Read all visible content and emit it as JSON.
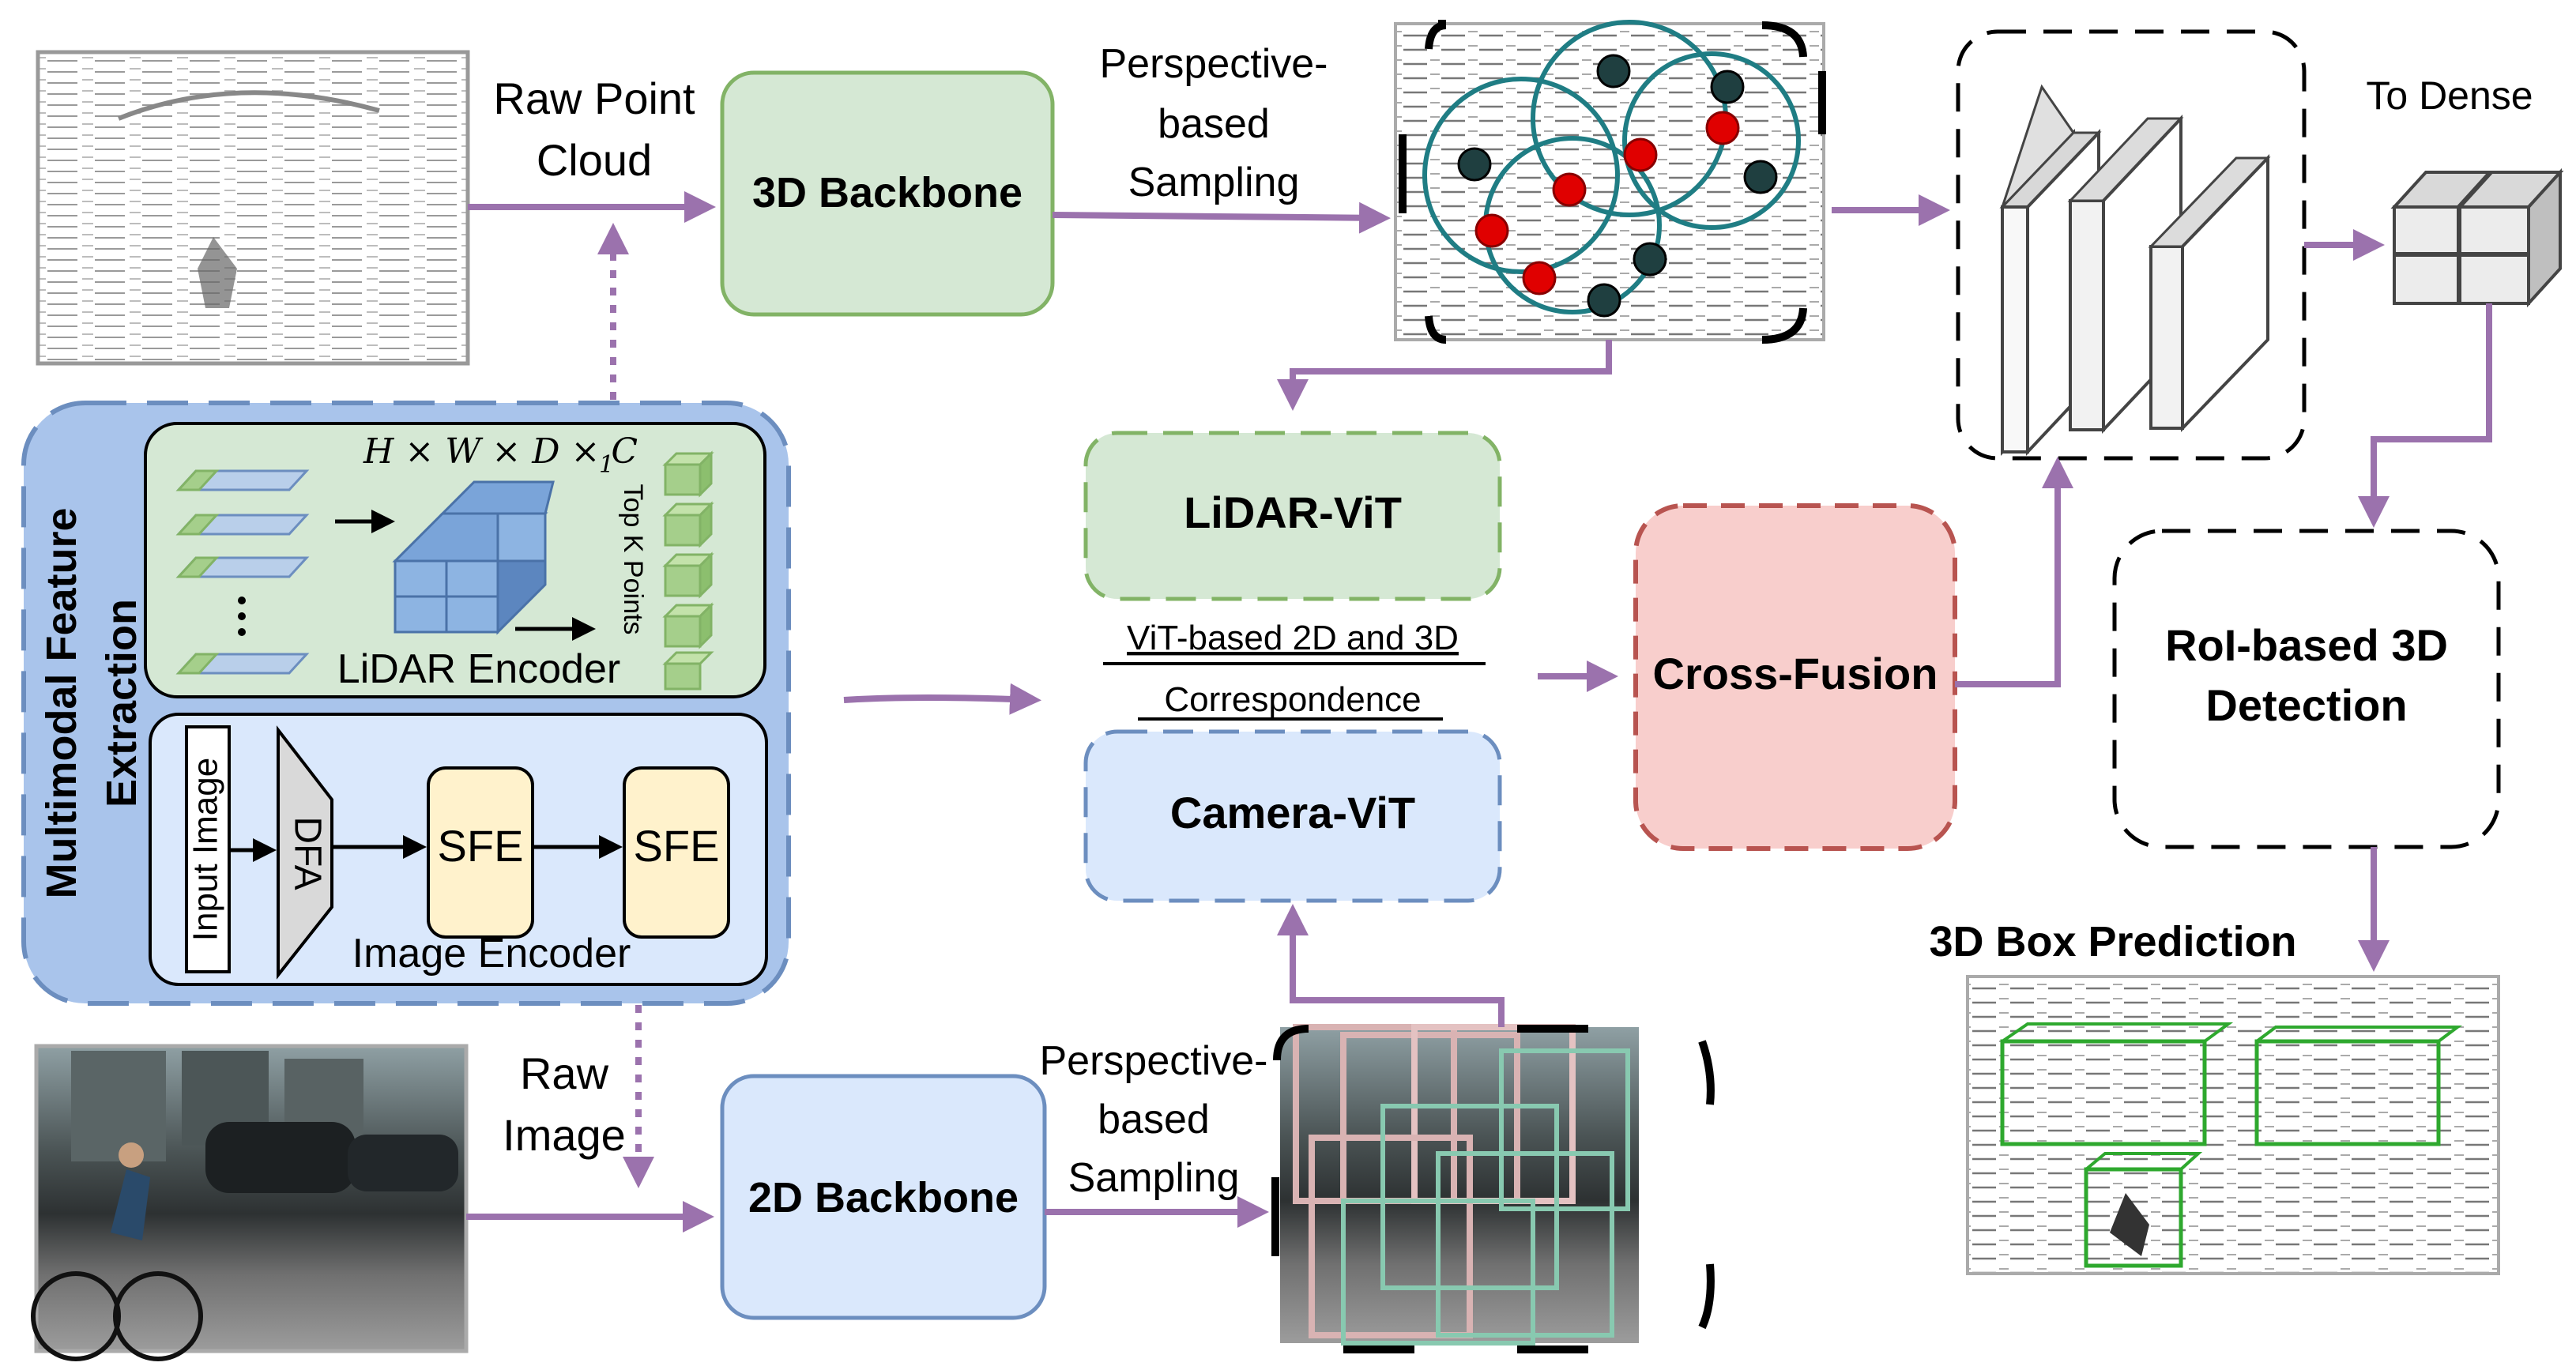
{
  "labels": {
    "raw_point_cloud_1": "Raw Point",
    "raw_point_cloud_2": "Cloud",
    "backbone_3d": "3D Backbone",
    "persp_top_1": "Perspective-",
    "persp_top_2": "based",
    "persp_top_3": "Sampling",
    "to_dense": "To Dense",
    "lidar_vit": "LiDAR-ViT",
    "corr_1": "ViT-based 2D and 3D",
    "corr_2": "Correspondence",
    "camera_vit": "Camera-ViT",
    "cross_fusion": "Cross-Fusion",
    "roi_1": "RoI-based 3D",
    "roi_2": "Detection",
    "box_prediction": "3D Box Prediction",
    "mfe_1": "Multimodal  Feature",
    "mfe_2": "Extraction",
    "lidar_encoder": "LiDAR Encoder",
    "dims": "H × W × D × C",
    "dims_sub": "1",
    "top_k": "Top K Points",
    "input_image": "Input Image",
    "dfa": "DFA",
    "sfe_1": "SFE",
    "sfe_2": "SFE",
    "image_encoder": "Image Encoder",
    "raw_image_1": "Raw",
    "raw_image_2": "Image",
    "backbone_2d": "2D Backbone",
    "persp_bot_1": "Perspective-",
    "persp_bot_2": "based",
    "persp_bot_3": "Sampling"
  },
  "colors": {
    "arrow": "#9b72ad",
    "green_fill": "#d5e8d4",
    "green_stroke": "#82b366",
    "blue_fill": "#dae8fc",
    "blue_stroke": "#6c8ebf",
    "red_fill": "#f8cecc",
    "red_stroke": "#b85450",
    "mfe_fill": "#a9c4eb",
    "mfe_stroke": "#6c8ebf",
    "sfe_fill": "#fff2cc"
  }
}
